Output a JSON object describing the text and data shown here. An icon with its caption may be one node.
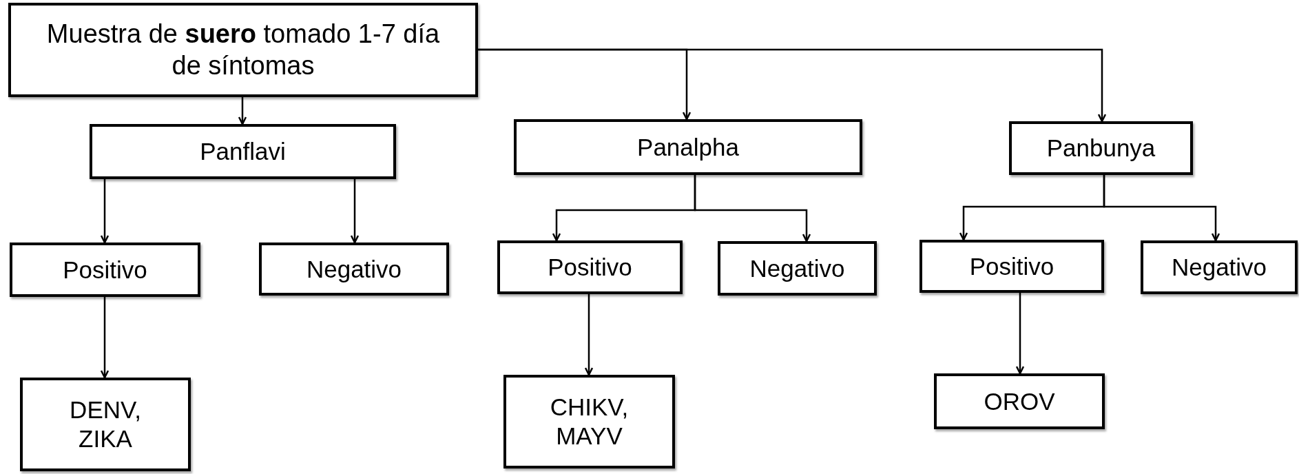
{
  "diagram": {
    "nodes": [
      {
        "text": [
          "Muestra de **suero** tomado 1-7 día de síntomas"
        ]
      },
      {
        "text": [
          "Panflavi"
        ]
      },
      {
        "text": [
          "Panalpha"
        ]
      },
      {
        "text": [
          "Panbunya"
        ]
      },
      {
        "text": [
          "Positivo"
        ]
      },
      {
        "text": [
          "Negativo"
        ]
      },
      {
        "text": [
          "Positivo"
        ]
      },
      {
        "text": [
          "Negativo"
        ]
      },
      {
        "text": [
          "Positivo"
        ]
      },
      {
        "text": [
          "Negativo"
        ]
      },
      {
        "text": [
          "DENV, ZIKA"
        ]
      },
      {
        "text": [
          "CHIKV, MAYV"
        ]
      },
      {
        "text": [
          "OROV"
        ]
      }
    ],
    "edges": [
      {
        "from": 0,
        "to": 1,
        "arrow": "to"
      },
      {
        "from": 0,
        "to": 2,
        "arrow": "to"
      },
      {
        "from": 0,
        "to": 3,
        "arrow": "to"
      },
      {
        "from": 1,
        "to": 4,
        "arrow": "to"
      },
      {
        "from": 1,
        "to": 5,
        "arrow": "to"
      },
      {
        "from": 2,
        "to": 6,
        "arrow": "to"
      },
      {
        "from": 2,
        "to": 7,
        "arrow": "to"
      },
      {
        "from": 3,
        "to": 8,
        "arrow": "to"
      },
      {
        "from": 3,
        "to": 9,
        "arrow": "to"
      },
      {
        "from": 4,
        "to": 10,
        "arrow": "to"
      },
      {
        "from": 6,
        "to": 11,
        "arrow": "to"
      },
      {
        "from": 8,
        "to": 12,
        "arrow": "to"
      }
    ]
  }
}
